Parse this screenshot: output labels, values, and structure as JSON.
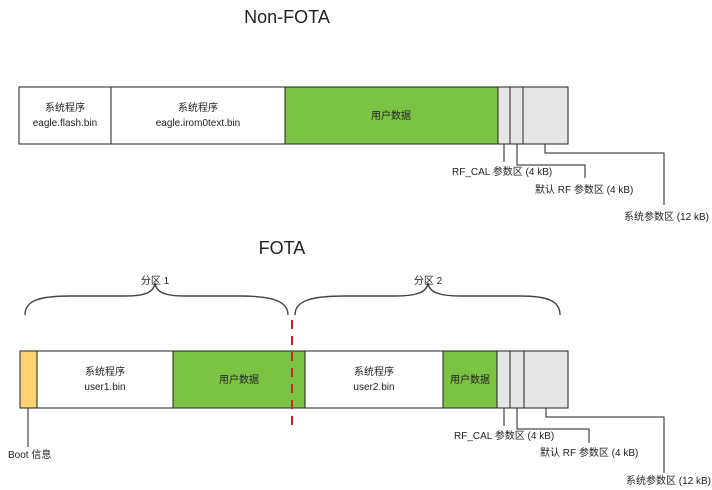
{
  "colors": {
    "green": "#7cc243",
    "gray": "#e6e6e6",
    "white": "#ffffff",
    "yellow": "#fdd272",
    "divider": "#c1272d",
    "stroke": "#222222"
  },
  "non_fota": {
    "title": "Non-FOTA",
    "segments": [
      {
        "name": "seg-system-flash",
        "lines": [
          "系统程序",
          "eagle.flash.bin"
        ]
      },
      {
        "name": "seg-system-irom",
        "lines": [
          "系统程序",
          "eagle.irom0text.bin"
        ]
      },
      {
        "name": "seg-user-data",
        "lines": [
          "用户数据"
        ]
      },
      {
        "name": "seg-rf-cal",
        "lines": []
      },
      {
        "name": "seg-default-rf",
        "lines": []
      },
      {
        "name": "seg-system-param",
        "lines": []
      }
    ],
    "callouts": {
      "rf_cal": "RF_CAL 参数区 (4 kB)",
      "default_rf": "默认 RF 参数区 (4 kB)",
      "system_param": "系统参数区 (12 kB)"
    }
  },
  "fota": {
    "title": "FOTA",
    "partition1": "分区 1",
    "partition2": "分区 2",
    "boot_label": "Boot 信息",
    "segments": [
      {
        "name": "seg-boot",
        "lines": []
      },
      {
        "name": "seg-user1",
        "lines": [
          "系统程序",
          "user1.bin"
        ]
      },
      {
        "name": "seg-user-data-1",
        "lines": [
          "用户数据"
        ]
      },
      {
        "name": "seg-user2",
        "lines": [
          "系统程序",
          "user2.bin"
        ]
      },
      {
        "name": "seg-user-data-2",
        "lines": [
          "用户数据"
        ]
      },
      {
        "name": "seg-rf-cal",
        "lines": []
      },
      {
        "name": "seg-default-rf",
        "lines": []
      },
      {
        "name": "seg-system-param",
        "lines": []
      }
    ],
    "callouts": {
      "rf_cal": "RF_CAL 参数区 (4 kB)",
      "default_rf": "默认 RF 参数区 (4 kB)",
      "system_param": "系统参数区 (12 kB)"
    }
  }
}
